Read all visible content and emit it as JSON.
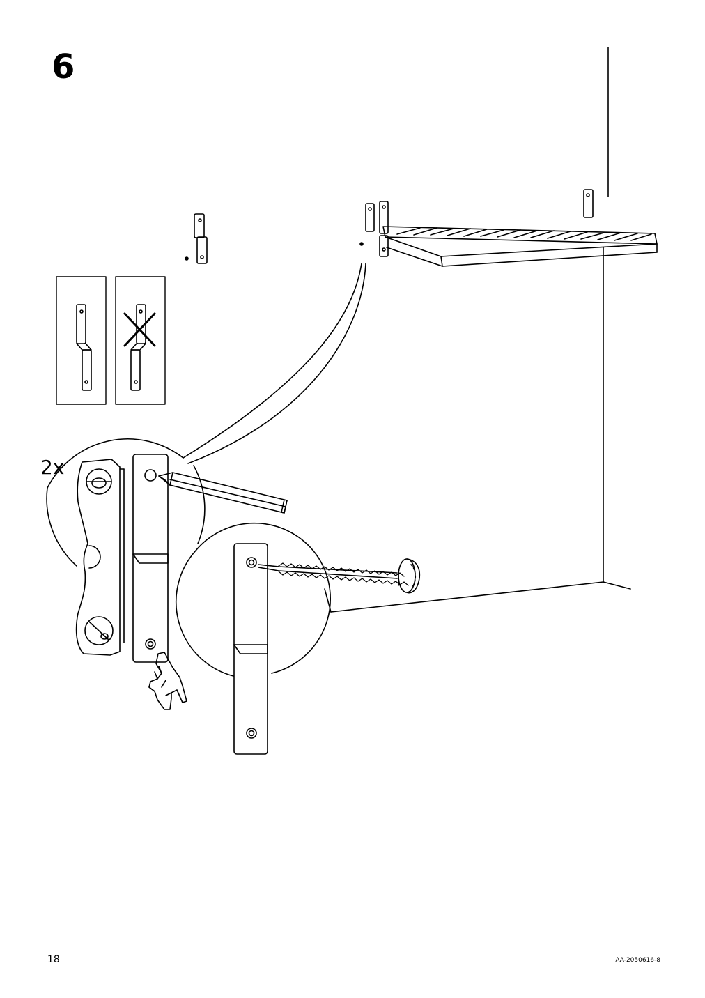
{
  "step": {
    "number": "6",
    "quantity": "2x"
  },
  "footer": {
    "page_number": "18",
    "article_code": "AA-2050616-8"
  },
  "icons": [
    "wall-bracket-icon",
    "cross-icon",
    "pencil-icon",
    "screw-icon",
    "hand-icon",
    "shelf-rack-icon"
  ]
}
